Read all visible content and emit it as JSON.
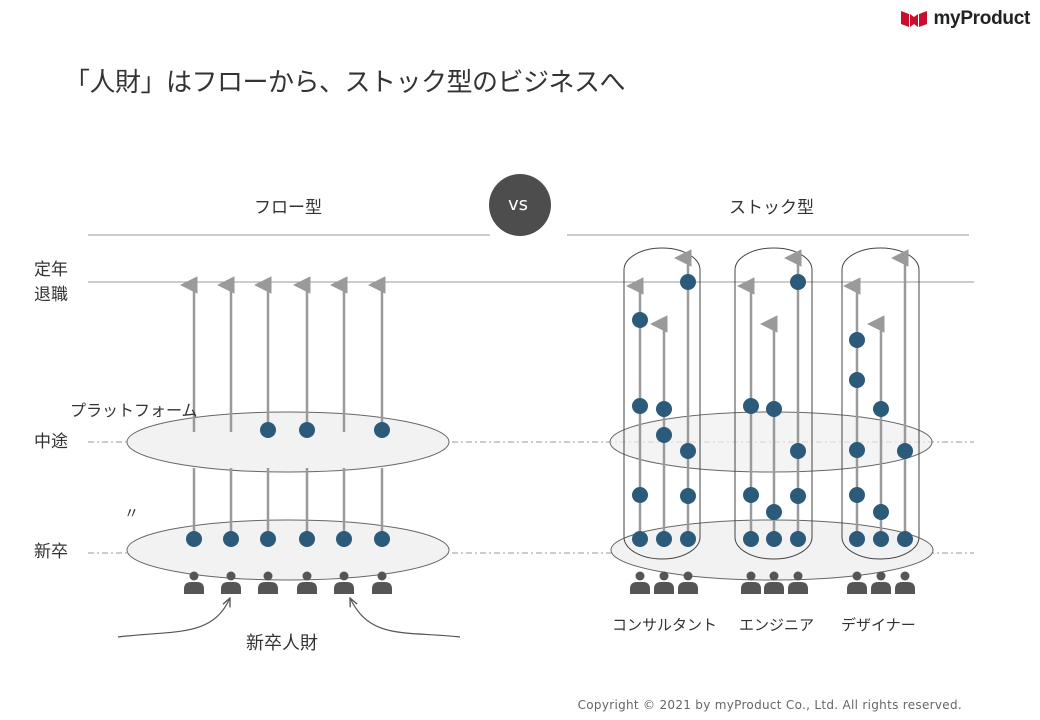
{
  "header": {
    "brand": "myProduct"
  },
  "title": "「人財」はフローから、ストック型のビジネスへ",
  "flow": {
    "label": "フロー型",
    "platform_label": "プラットフォーム",
    "ditto": "〃",
    "source_label": "新卒人財"
  },
  "vs_label": "vs",
  "stock": {
    "label": "ストック型",
    "groups": [
      "コンサルタント",
      "エンジニア",
      "デザイナー"
    ]
  },
  "levels": {
    "retire": "定年\n退職",
    "mid": "中途",
    "new": "新卒"
  },
  "footer": {
    "copyright": "Copyright © 2021 by myProduct Co., Ltd.  All rights reserved."
  },
  "colors": {
    "node": "#2c5a7a",
    "arrow": "#9a9a9a",
    "person": "#555555",
    "vs_circle": "#4d4d4d",
    "brand_red": "#c8102e"
  }
}
